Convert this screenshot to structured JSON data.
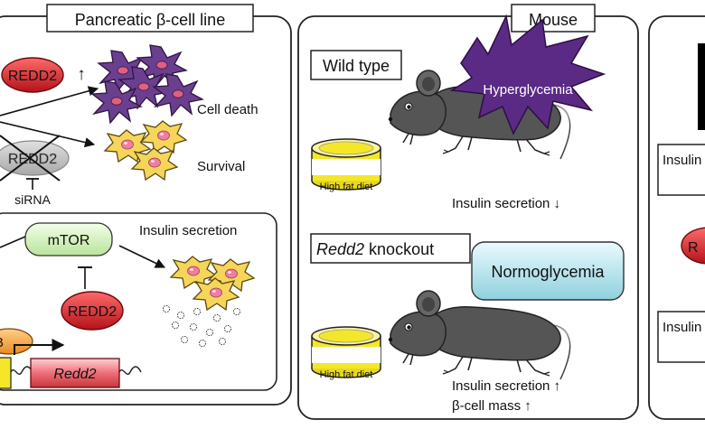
{
  "colors": {
    "panel_border": "#222222",
    "redd2_red": "#d8222a",
    "mtor_green": "#d9f2c8",
    "dead_cell": "#6b3f8f",
    "live_cell": "#f6d65a",
    "nucleus": "#e8607f",
    "mouse": "#555555",
    "hyper_star": "#5b2a84",
    "normo_box": "#bde6ee",
    "diet_yellow": "#f4e72a",
    "gene_red": "#ec6b73",
    "tf_orange": "#f2a03c"
  },
  "left_panel": {
    "title": "Pancreatic β-cell line",
    "redd2_up": {
      "label": "REDD2",
      "arrow": "↑"
    },
    "cell_death_label": "Cell death",
    "survival_label": "Survival",
    "redd2_knockdown_label": "REDD2",
    "sirna_label": "siRNA",
    "sub": {
      "mtor_label": "mTOR",
      "insulin_secretion_label": "Insulin secretion",
      "redd2_label": "REDD2",
      "tf_letter": "B",
      "gene_label": "Redd2"
    }
  },
  "mouse_panel": {
    "title": "Mouse",
    "wild_type_label": "Wild type",
    "hyperglycemia_label": "Hyperglycemia",
    "diet_label_top": "High fat diet",
    "insulin_down": "Insulin secretion ↓",
    "knockout_label_italic": "Redd2",
    "knockout_label_rest": " knockout",
    "normoglycemia_label": "Normoglycemia",
    "diet_label_bottom": "High fat diet",
    "insulin_up": "Insulin secretion ↑",
    "beta_mass_up": "β-cell mass ↑"
  },
  "right_panel": {
    "box1_label": "Insulin",
    "circle_letter": "R",
    "box2_label": "Insulin"
  }
}
